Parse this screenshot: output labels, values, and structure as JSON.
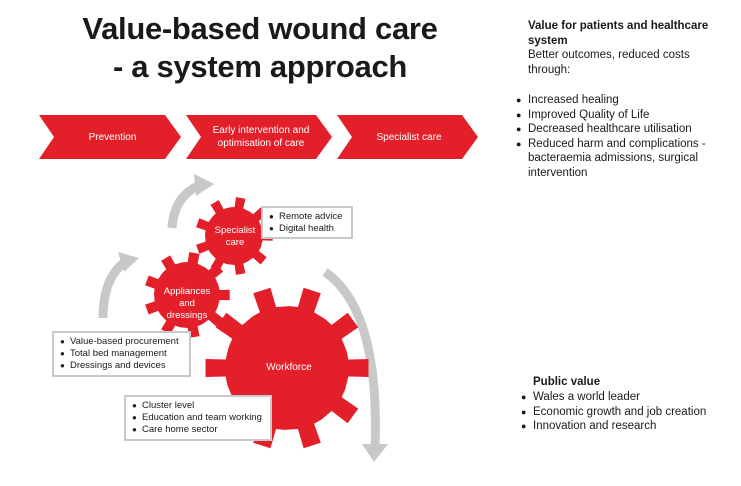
{
  "title": {
    "line1": "Value-based wound care",
    "line2": "- a system approach"
  },
  "steps": [
    {
      "label": "Prevention"
    },
    {
      "label": "Early intervention and optimisation of care"
    },
    {
      "label": "Specialist care"
    }
  ],
  "gears": {
    "specialist": "Specialist care",
    "appliances": "Appliances and dressings",
    "workforce": "Workforce"
  },
  "boxes": {
    "specialist": [
      "Remote advice",
      "Digital health"
    ],
    "appliances": [
      "Value-based procurement",
      "Total bed management",
      "Dressings and devices"
    ],
    "workforce": [
      "Cluster level",
      "Education and team working",
      "Care home sector"
    ]
  },
  "patients": {
    "heading": "Value for patients and healthcare system",
    "intro": "Better outcomes, reduced costs through:",
    "items": [
      "Increased healing",
      "Improved Quality of Life",
      "Decreased healthcare utilisation",
      "Reduced harm and complications - bacteraemia admissions, surgical intervention"
    ]
  },
  "public": {
    "heading": "Public value",
    "items": [
      "Wales a world leader",
      "Economic growth and job creation",
      "Innovation and research"
    ]
  },
  "colors": {
    "accent": "#e3202a",
    "arrow_grey": "#c8c8c8",
    "text": "#1a1a1a"
  },
  "icons": [
    "chevron-arrow",
    "gear",
    "curved-arrow"
  ]
}
